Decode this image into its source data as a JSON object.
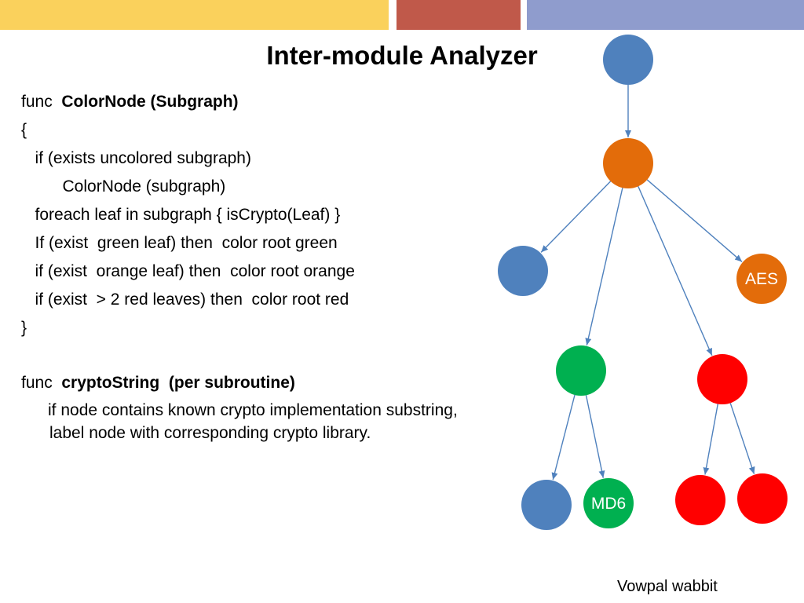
{
  "colors": {
    "bar_yellow": "#fad15c",
    "bar_red": "#c0594a",
    "bar_blue": "#8f9ccd",
    "node_blue": "#4f81bd",
    "node_orange": "#e36c0a",
    "node_green": "#00b050",
    "node_red": "#ff0000",
    "edge": "#4f81bd"
  },
  "title": "Inter-module Analyzer",
  "code": {
    "func1_keyword": "func  ",
    "func1_name": "ColorNode (Subgraph)",
    "open_brace": "{",
    "line_if": "   if (exists uncolored subgraph)",
    "line_colornode": "         ColorNode (subgraph)",
    "line_foreach": "   foreach leaf in subgraph { isCrypto(Leaf) }",
    "line_green": "   If (exist  green leaf) then  color root green",
    "line_orange": "   if (exist  orange leaf) then  color root orange",
    "line_red": "   if (exist  > 2 red leaves) then  color root red",
    "close_brace": "}",
    "func2_keyword": "func  ",
    "func2_name": "cryptoString  (per subroutine)",
    "func2_body": "if node contains  known crypto implementation substring,  label node with corresponding crypto library."
  },
  "tree": {
    "nodes": [
      {
        "id": "root",
        "color": "node_blue",
        "label": ""
      },
      {
        "id": "mid-orange",
        "color": "node_orange",
        "label": ""
      },
      {
        "id": "leaf-blue",
        "color": "node_blue",
        "label": ""
      },
      {
        "id": "leaf-aes",
        "color": "node_orange",
        "label": "AES"
      },
      {
        "id": "mid-green",
        "color": "node_green",
        "label": ""
      },
      {
        "id": "mid-red",
        "color": "node_red",
        "label": ""
      },
      {
        "id": "leaf-blue-2",
        "color": "node_blue",
        "label": ""
      },
      {
        "id": "leaf-md6",
        "color": "node_green",
        "label": "MD6"
      },
      {
        "id": "leaf-red-1",
        "color": "node_red",
        "label": ""
      },
      {
        "id": "leaf-red-2",
        "color": "node_red",
        "label": ""
      }
    ],
    "edges": [
      [
        "root",
        "mid-orange"
      ],
      [
        "mid-orange",
        "leaf-blue"
      ],
      [
        "mid-orange",
        "leaf-aes"
      ],
      [
        "mid-orange",
        "mid-green"
      ],
      [
        "mid-orange",
        "mid-red"
      ],
      [
        "mid-green",
        "leaf-blue-2"
      ],
      [
        "mid-green",
        "leaf-md6"
      ],
      [
        "mid-red",
        "leaf-red-1"
      ],
      [
        "mid-red",
        "leaf-red-2"
      ]
    ]
  },
  "footer": "Vowpal wabbit"
}
